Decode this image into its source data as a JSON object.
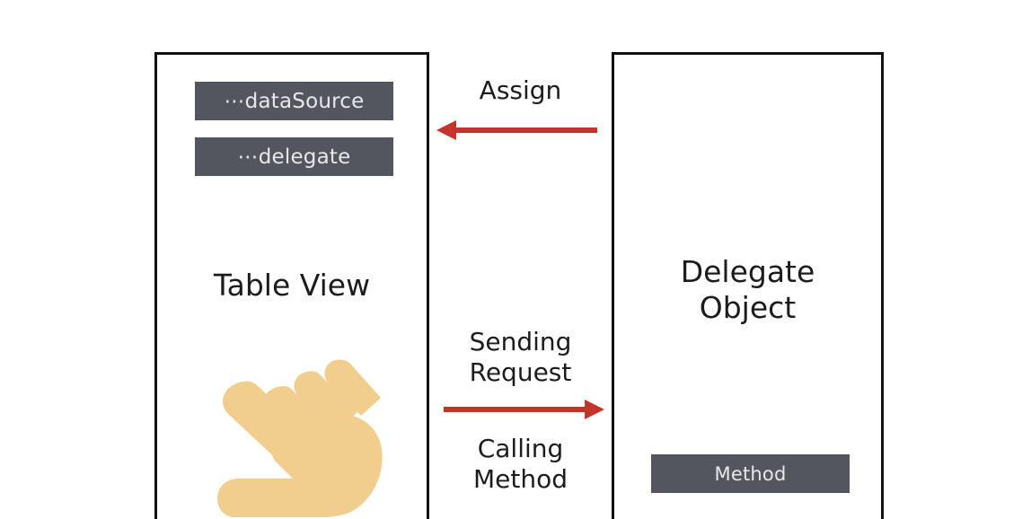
{
  "diagram": {
    "type": "delegation-pattern-diagram",
    "accent_color": "#c4342a",
    "chip_color": "#53565e",
    "panel_border_color": "#111111",
    "hand_color": "#f1ce8d"
  },
  "left_panel": {
    "title": "Table View",
    "chips": [
      {
        "label": "⋯dataSource",
        "name": "chip-data-source"
      },
      {
        "label": "⋯delegate",
        "name": "chip-delegate"
      }
    ],
    "icon": "pointing-hand-icon"
  },
  "middle_column": {
    "labels": [
      {
        "text": "Assign",
        "name": "label-assign"
      },
      {
        "text": "Sending\nRequest",
        "name": "label-sending-request"
      },
      {
        "text": "Calling\nMethod",
        "name": "label-calling-method"
      }
    ],
    "arrows": [
      {
        "name": "arrow-assign",
        "direction": "left"
      },
      {
        "name": "arrow-request",
        "direction": "right"
      }
    ]
  },
  "right_panel": {
    "title": "Delegate\nObject",
    "chips": [
      {
        "label": "Method",
        "name": "chip-method"
      }
    ]
  }
}
